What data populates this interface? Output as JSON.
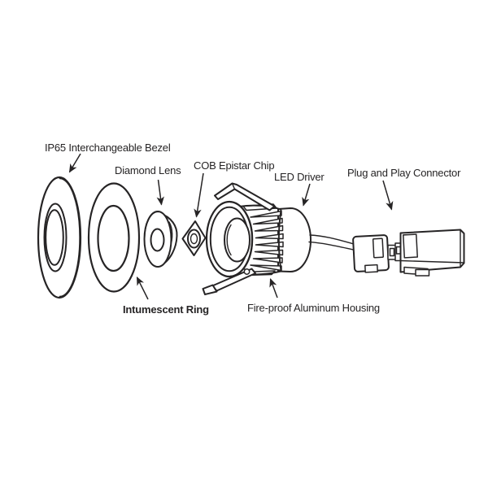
{
  "canvas": {
    "background": "#ffffff",
    "line_color": "#262425"
  },
  "labels": {
    "bezel": "IP65 Interchangeable Bezel",
    "diamond_lens": "Diamond Lens",
    "cob_chip": "COB Epistar Chip",
    "led_driver": "LED Driver",
    "connector": "Plug and Play Connector",
    "intumescent_ring": "Intumescent Ring",
    "housing": "Fire-proof Aluminum Housing"
  }
}
